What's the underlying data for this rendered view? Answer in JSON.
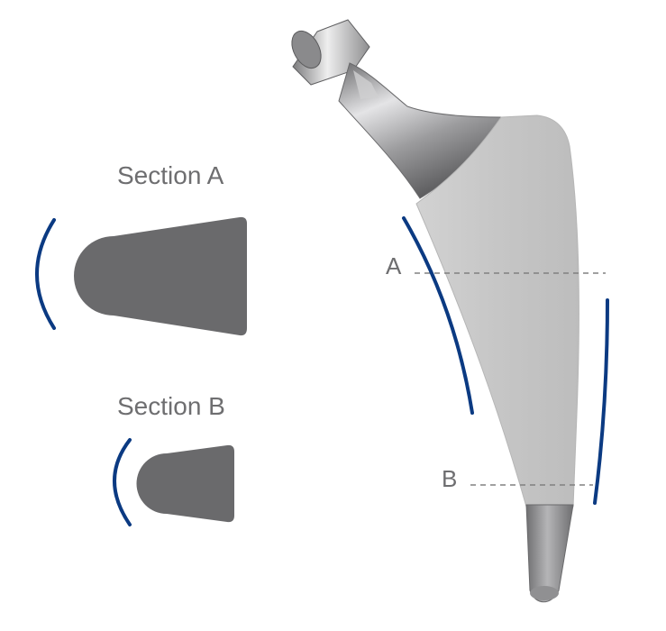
{
  "labels": {
    "section_a_title": "Section A",
    "section_b_title": "Section B",
    "marker_a": "A",
    "marker_b": "B"
  },
  "colors": {
    "accent_arc": "#0b3a82",
    "section_fill": "#6a6a6c",
    "label_text": "#6e6e70",
    "dash_line": "#808080",
    "stem_body": "#c9c9c9",
    "neck_metal": "#a9a9ab",
    "tip_metal": "#8c8c8e"
  },
  "icons": {
    "stem": "hip-implant-stem-image"
  }
}
